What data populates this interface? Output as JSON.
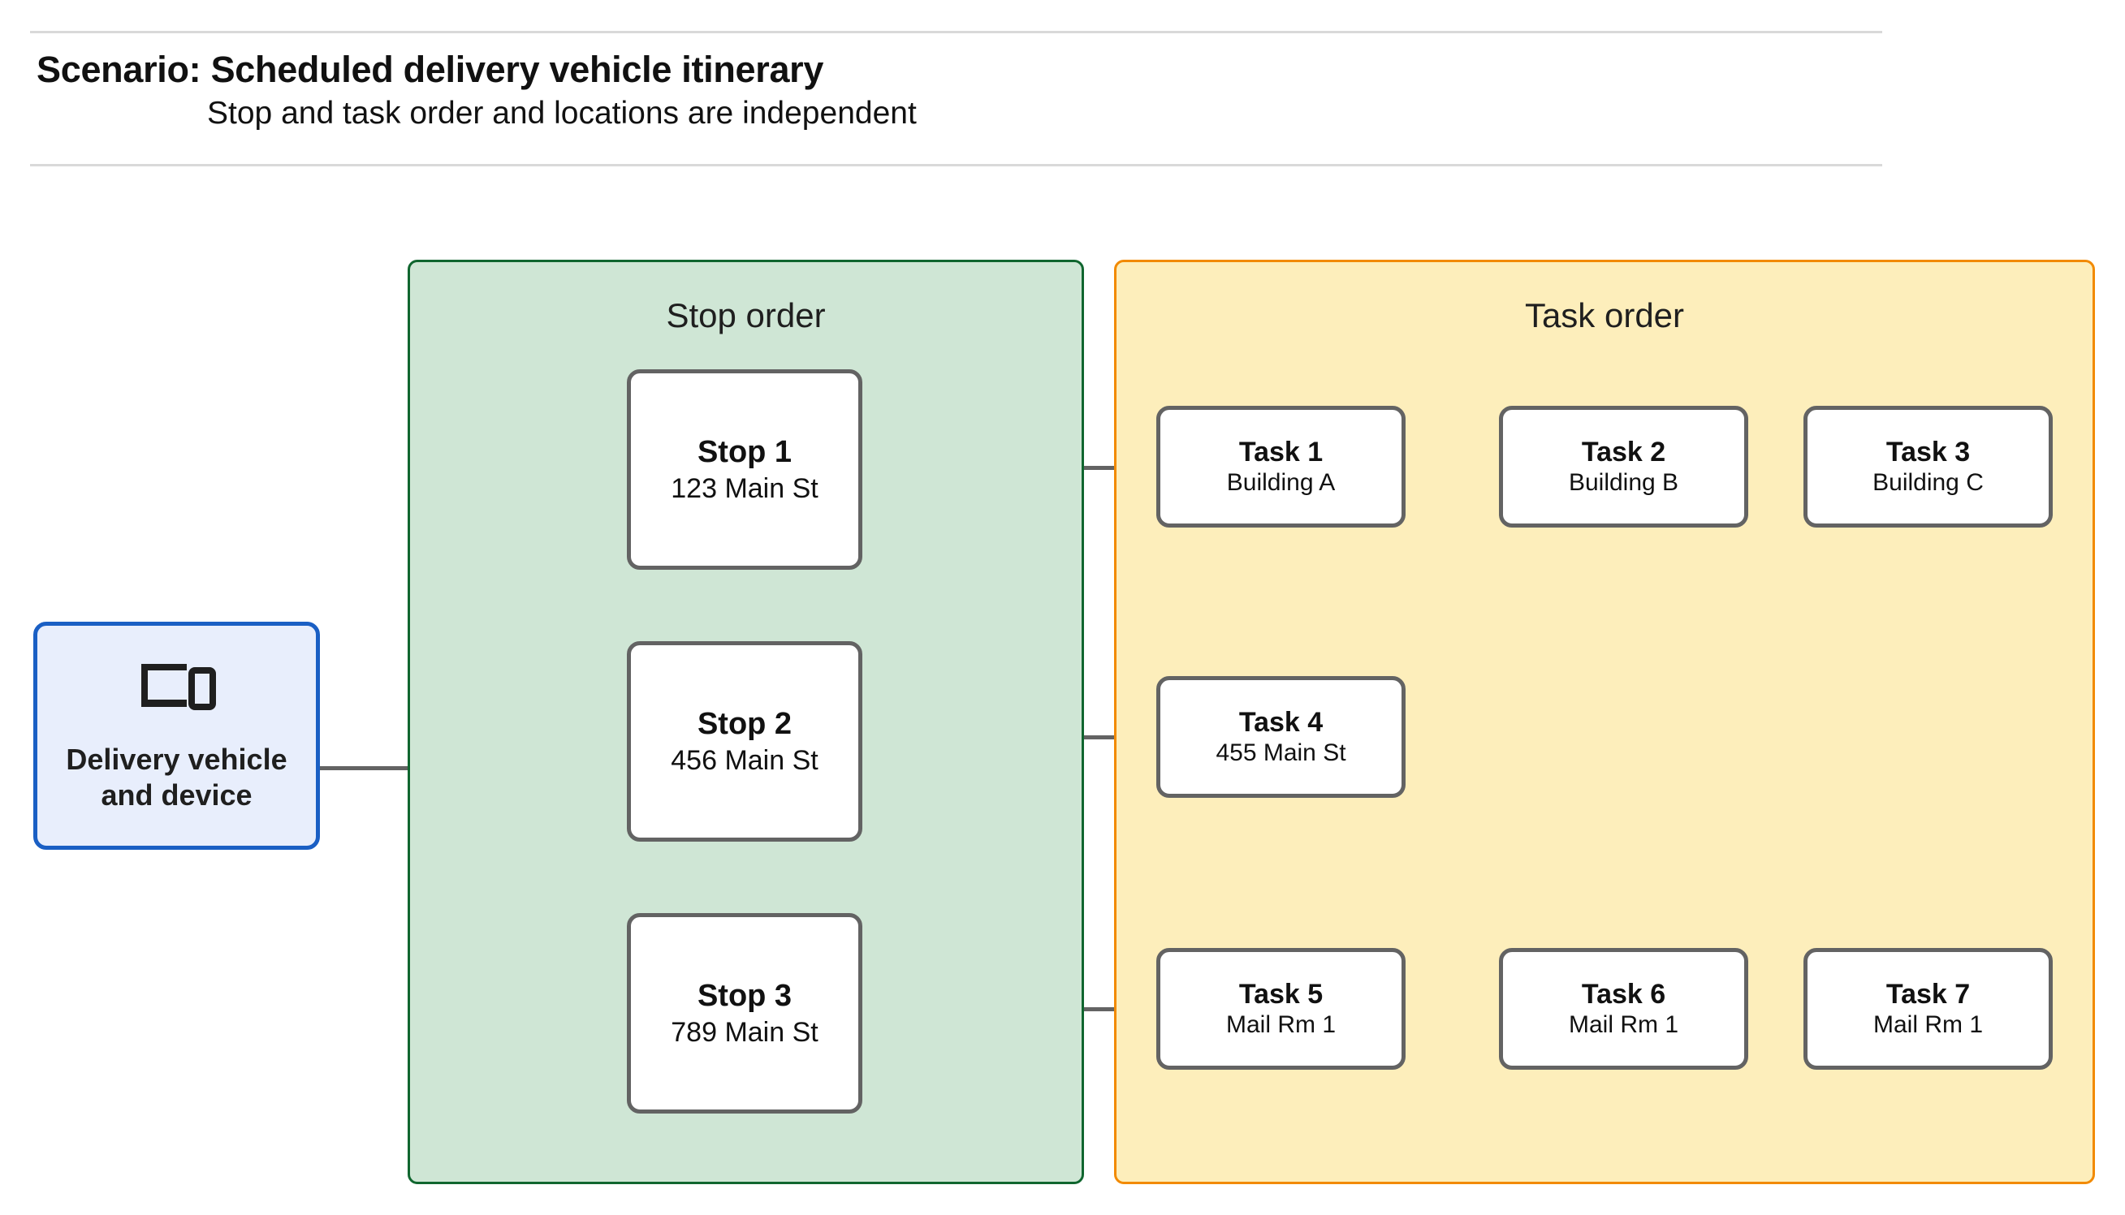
{
  "header": {
    "title": "Scenario: Scheduled delivery vehicle itinerary",
    "subtitle": "Stop and task order and locations are independent"
  },
  "vehicle": {
    "label": "Delivery vehicle\nand device",
    "label_line1": "Delivery vehicle",
    "label_line2": "and device",
    "icon": "devices-icon",
    "fill_color": "#e8eefc",
    "border_color": "#1a5fc4"
  },
  "stop_group": {
    "title": "Stop order",
    "fill_color": "#cfe6d5",
    "border_color": "#10662f",
    "stops": [
      {
        "title": "Stop 1",
        "location": "123 Main St"
      },
      {
        "title": "Stop 2",
        "location": "456 Main St"
      },
      {
        "title": "Stop 3",
        "location": "789 Main St"
      }
    ]
  },
  "task_group": {
    "title": "Task order",
    "fill_color": "#fdeebb",
    "border_color": "#f28a00",
    "rows": [
      {
        "tasks": [
          {
            "title": "Task 1",
            "location": "Building A"
          },
          {
            "title": "Task 2",
            "location": "Building B"
          },
          {
            "title": "Task 3",
            "location": "Building C"
          }
        ]
      },
      {
        "tasks": [
          {
            "title": "Task 4",
            "location": "455 Main St"
          }
        ]
      },
      {
        "tasks": [
          {
            "title": "Task 5",
            "location": "Mail Rm 1"
          },
          {
            "title": "Task 6",
            "location": "Mail Rm 1"
          },
          {
            "title": "Task 7",
            "location": "Mail Rm 1"
          }
        ]
      }
    ]
  },
  "theme": {
    "node_border_color": "#636363",
    "connector_color": "#636363",
    "rule_color": "#d9d9d9",
    "text_color": "#111111"
  }
}
